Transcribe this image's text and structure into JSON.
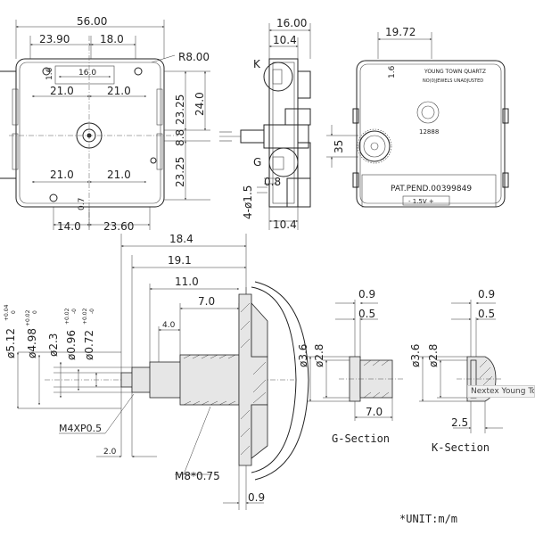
{
  "front_view": {
    "overall_width": "56.00",
    "top_left": "23.90",
    "top_right": "18.0",
    "corner_radius": "R8.00",
    "slot_offset": "1.6",
    "slot_width": "16.0",
    "upper_half_left": "21.0",
    "upper_half_right": "21.0",
    "right_upper_height": "23.25",
    "right_total_height": "24.0",
    "right_mid": "8.8",
    "right_lower_height": "23.25",
    "lower_half_left": "21.0",
    "lower_half_right": "21.0",
    "bottom_small": "0.7",
    "bottom_left": "14.0",
    "bottom_right": "23.60"
  },
  "side_view": {
    "width_top": "16.00",
    "width_inner": "10.4",
    "label_k": "K",
    "label_g": "G",
    "height_small": "0.8",
    "pin_dim": "4-ø1.5",
    "width_bottom": "10.4"
  },
  "back_view": {
    "width": "19.72",
    "offset": "1.6",
    "gear_dim": "35",
    "brand": "YOUNG TOWN QUARTZ",
    "jewels": "NO(0)JEWELS UNADJUSTED",
    "seal_number": "12888",
    "patent": "PAT.PEND.00399849",
    "battery": "- 1.5V +"
  },
  "shaft_section": {
    "len_184": "18.4",
    "len_191": "19.1",
    "len_110": "11.0",
    "len_70": "7.0",
    "len_40": "4.0",
    "dia_512": "ø5.12",
    "tol_512_up": "+0.04",
    "tol_512_lo": "0",
    "dia_498": "ø4.98",
    "tol_498_up": "+0.02",
    "tol_498_lo": "0",
    "dia_23": "ø2.3",
    "dia_096": "ø0.96",
    "tol_096_up": "+0.02",
    "tol_096_lo": "-0",
    "dia_072": "ø0.72",
    "tol_072_up": "+0.02",
    "tol_072_lo": "-0",
    "thread_m4": "M4XP0.5",
    "len_20": "2.0",
    "thread_m8": "M8*0.75",
    "len_09": "0.9"
  },
  "g_section": {
    "top_09": "0.9",
    "top_05": "0.5",
    "dia_36": "ø3.6",
    "dia_28": "ø2.8",
    "len_70": "7.0",
    "title": "G-Section"
  },
  "k_section": {
    "top_09": "0.9",
    "top_05": "0.5",
    "dia_36": "ø3.6",
    "dia_28": "ø2.8",
    "len_25": "2.5",
    "title": "K-Section"
  },
  "unit_note": "*UNIT:m/m",
  "tooltip": "Nextex Young Town"
}
